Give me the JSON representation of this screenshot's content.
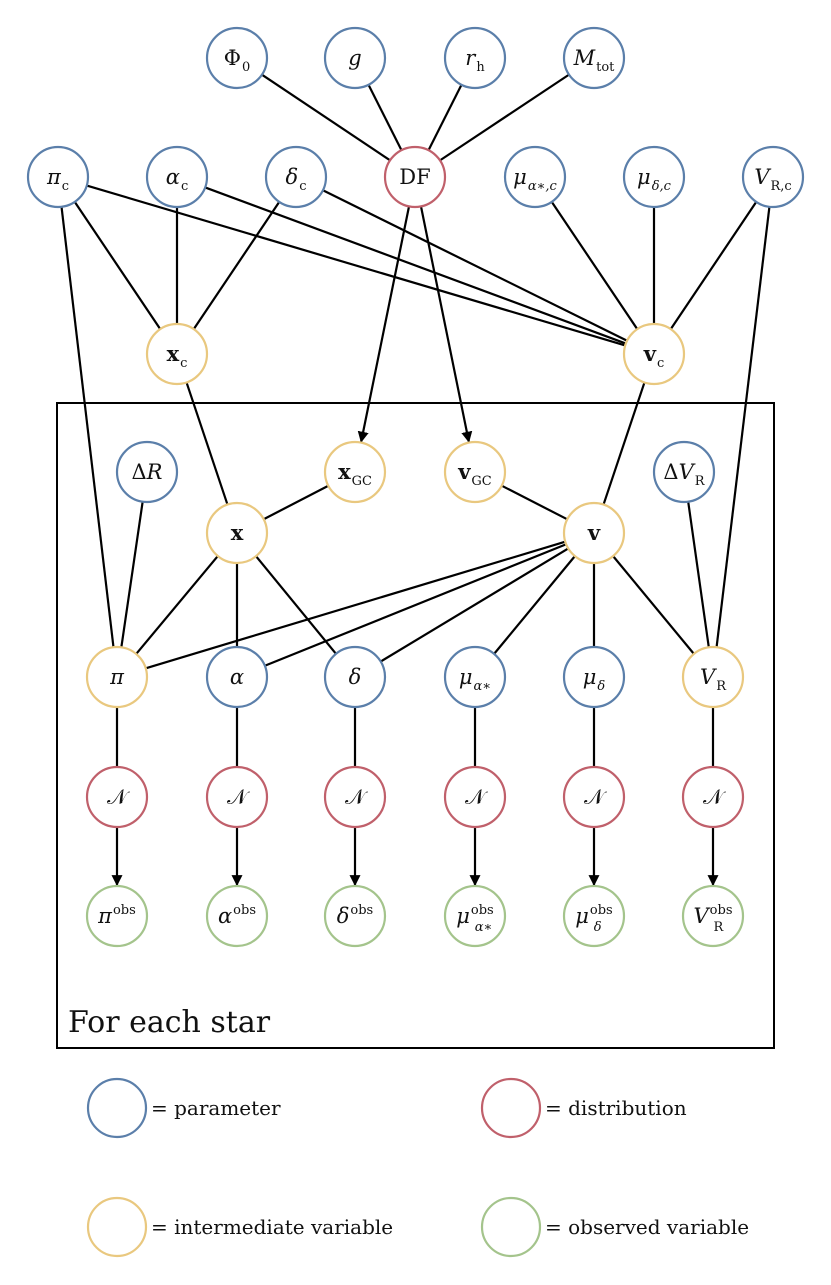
{
  "colors": {
    "parameter": "#5b7faa",
    "distribution": "#c0606b",
    "intermediate": "#e9c87f",
    "observed": "#a4c48c",
    "edge": "#000000"
  },
  "plate": {
    "label": "For each star"
  },
  "legend": [
    {
      "kind": "parameter",
      "label": "= parameter"
    },
    {
      "kind": "distribution",
      "label": "= distribution"
    },
    {
      "kind": "intermediate",
      "label": "= intermediate variable"
    },
    {
      "kind": "observed",
      "label": "= observed variable"
    }
  ],
  "nodes": [
    {
      "id": "phi0",
      "kind": "parameter",
      "label": [
        [
          "Φ",
          "up"
        ],
        [
          "0",
          "sub up"
        ]
      ]
    },
    {
      "id": "g",
      "kind": "parameter",
      "label": [
        [
          "g",
          ""
        ]
      ]
    },
    {
      "id": "rh",
      "kind": "parameter",
      "label": [
        [
          "r",
          ""
        ],
        [
          "h",
          "sub up"
        ]
      ]
    },
    {
      "id": "mtot",
      "kind": "parameter",
      "label": [
        [
          "M",
          ""
        ],
        [
          "tot",
          "sub up"
        ]
      ]
    },
    {
      "id": "pic",
      "kind": "parameter",
      "label": [
        [
          "π",
          ""
        ],
        [
          "c",
          "sub up"
        ]
      ]
    },
    {
      "id": "alphac",
      "kind": "parameter",
      "label": [
        [
          "α",
          ""
        ],
        [
          "c",
          "sub up"
        ]
      ]
    },
    {
      "id": "deltac",
      "kind": "parameter",
      "label": [
        [
          "δ",
          ""
        ],
        [
          "c",
          "sub up"
        ]
      ]
    },
    {
      "id": "df",
      "kind": "distribution",
      "label": [
        [
          "DF",
          "up"
        ]
      ]
    },
    {
      "id": "mualphac",
      "kind": "parameter",
      "label": [
        [
          "μ",
          ""
        ],
        [
          "α∗,c",
          "sub"
        ]
      ]
    },
    {
      "id": "mudeltac",
      "kind": "parameter",
      "label": [
        [
          "μ",
          ""
        ],
        [
          "δ,c",
          "sub"
        ]
      ]
    },
    {
      "id": "vrc",
      "kind": "parameter",
      "label": [
        [
          "V",
          ""
        ],
        [
          "R,c",
          "sub up"
        ]
      ]
    },
    {
      "id": "xc",
      "kind": "intermediate",
      "label": [
        [
          "x",
          "bold"
        ],
        [
          "c",
          "sub up"
        ]
      ]
    },
    {
      "id": "vc",
      "kind": "intermediate",
      "label": [
        [
          "v",
          "bold"
        ],
        [
          "c",
          "sub up"
        ]
      ]
    },
    {
      "id": "dr",
      "kind": "parameter",
      "label": [
        [
          "Δ",
          "up"
        ],
        [
          "R",
          ""
        ]
      ]
    },
    {
      "id": "xgc",
      "kind": "intermediate",
      "label": [
        [
          "x",
          "bold"
        ],
        [
          "GC",
          "sub up"
        ]
      ]
    },
    {
      "id": "vgc",
      "kind": "intermediate",
      "label": [
        [
          "v",
          "bold"
        ],
        [
          "GC",
          "sub up"
        ]
      ]
    },
    {
      "id": "dvr",
      "kind": "parameter",
      "label": [
        [
          "Δ",
          "up"
        ],
        [
          "V",
          ""
        ],
        [
          "R",
          "sub up"
        ]
      ]
    },
    {
      "id": "x",
      "kind": "intermediate",
      "label": [
        [
          "x",
          "bold"
        ]
      ]
    },
    {
      "id": "v",
      "kind": "intermediate",
      "label": [
        [
          "v",
          "bold"
        ]
      ]
    },
    {
      "id": "pi",
      "kind": "intermediate",
      "label": [
        [
          "π",
          ""
        ]
      ]
    },
    {
      "id": "alpha",
      "kind": "parameter",
      "label": [
        [
          "α",
          ""
        ]
      ]
    },
    {
      "id": "delta",
      "kind": "parameter",
      "label": [
        [
          "δ",
          ""
        ]
      ]
    },
    {
      "id": "mualpha",
      "kind": "parameter",
      "label": [
        [
          "μ",
          ""
        ],
        [
          "α∗",
          "sub"
        ]
      ]
    },
    {
      "id": "mudelta",
      "kind": "parameter",
      "label": [
        [
          "μ",
          ""
        ],
        [
          "δ",
          "sub"
        ]
      ]
    },
    {
      "id": "vr",
      "kind": "intermediate",
      "label": [
        [
          "V",
          ""
        ],
        [
          "R",
          "sub up"
        ]
      ]
    },
    {
      "id": "n1",
      "kind": "distribution",
      "label": [
        [
          "𝒩",
          "up"
        ]
      ]
    },
    {
      "id": "n2",
      "kind": "distribution",
      "label": [
        [
          "𝒩",
          "up"
        ]
      ]
    },
    {
      "id": "n3",
      "kind": "distribution",
      "label": [
        [
          "𝒩",
          "up"
        ]
      ]
    },
    {
      "id": "n4",
      "kind": "distribution",
      "label": [
        [
          "𝒩",
          "up"
        ]
      ]
    },
    {
      "id": "n5",
      "kind": "distribution",
      "label": [
        [
          "𝒩",
          "up"
        ]
      ]
    },
    {
      "id": "n6",
      "kind": "distribution",
      "label": [
        [
          "𝒩",
          "up"
        ]
      ]
    },
    {
      "id": "piobs",
      "kind": "observed",
      "label": [
        [
          "π",
          ""
        ],
        [
          "obs",
          "sup up"
        ]
      ]
    },
    {
      "id": "alphaobs",
      "kind": "observed",
      "label": [
        [
          "α",
          ""
        ],
        [
          "obs",
          "sup up"
        ]
      ]
    },
    {
      "id": "deltaobs",
      "kind": "observed",
      "label": [
        [
          "δ",
          ""
        ],
        [
          "obs",
          "sup up"
        ]
      ]
    },
    {
      "id": "mualphaobs",
      "kind": "observed",
      "label": [
        [
          "μ",
          ""
        ],
        [
          "obs",
          "sup up"
        ],
        [
          "α∗",
          "sub"
        ]
      ]
    },
    {
      "id": "mudeltaobs",
      "kind": "observed",
      "label": [
        [
          "μ",
          ""
        ],
        [
          "obs",
          "sup up"
        ],
        [
          "δ",
          "sub"
        ]
      ]
    },
    {
      "id": "vrobs",
      "kind": "observed",
      "label": [
        [
          "V",
          ""
        ],
        [
          "obs",
          "sup up"
        ],
        [
          "R",
          "sub up"
        ]
      ]
    }
  ],
  "edges": [
    {
      "from": "phi0",
      "to": "df",
      "arrow": false
    },
    {
      "from": "g",
      "to": "df",
      "arrow": false
    },
    {
      "from": "rh",
      "to": "df",
      "arrow": false
    },
    {
      "from": "mtot",
      "to": "df",
      "arrow": false
    },
    {
      "from": "pic",
      "to": "xc",
      "arrow": false
    },
    {
      "from": "alphac",
      "to": "xc",
      "arrow": false
    },
    {
      "from": "deltac",
      "to": "xc",
      "arrow": false
    },
    {
      "from": "pic",
      "to": "vc",
      "arrow": false
    },
    {
      "from": "alphac",
      "to": "vc",
      "arrow": false
    },
    {
      "from": "deltac",
      "to": "vc",
      "arrow": false
    },
    {
      "from": "mualphac",
      "to": "vc",
      "arrow": false
    },
    {
      "from": "mudeltac",
      "to": "vc",
      "arrow": false
    },
    {
      "from": "vrc",
      "to": "vc",
      "arrow": false
    },
    {
      "from": "df",
      "to": "xgc",
      "arrow": true
    },
    {
      "from": "df",
      "to": "vgc",
      "arrow": true
    },
    {
      "from": "pic",
      "to": "pi",
      "arrow": false
    },
    {
      "from": "vrc",
      "to": "vr",
      "arrow": false
    },
    {
      "from": "xc",
      "to": "x",
      "arrow": false
    },
    {
      "from": "vc",
      "to": "v",
      "arrow": false
    },
    {
      "from": "xgc",
      "to": "x",
      "arrow": false
    },
    {
      "from": "vgc",
      "to": "v",
      "arrow": false
    },
    {
      "from": "dr",
      "to": "pi",
      "arrow": false
    },
    {
      "from": "dvr",
      "to": "vr",
      "arrow": false
    },
    {
      "from": "x",
      "to": "pi",
      "arrow": false
    },
    {
      "from": "x",
      "to": "alpha",
      "arrow": false
    },
    {
      "from": "x",
      "to": "delta",
      "arrow": false
    },
    {
      "from": "v",
      "to": "pi",
      "arrow": false
    },
    {
      "from": "v",
      "to": "alpha",
      "arrow": false
    },
    {
      "from": "v",
      "to": "delta",
      "arrow": false
    },
    {
      "from": "v",
      "to": "mualpha",
      "arrow": false
    },
    {
      "from": "v",
      "to": "mudelta",
      "arrow": false
    },
    {
      "from": "v",
      "to": "vr",
      "arrow": false
    },
    {
      "from": "pi",
      "to": "n1",
      "arrow": false
    },
    {
      "from": "alpha",
      "to": "n2",
      "arrow": false
    },
    {
      "from": "delta",
      "to": "n3",
      "arrow": false
    },
    {
      "from": "mualpha",
      "to": "n4",
      "arrow": false
    },
    {
      "from": "mudelta",
      "to": "n5",
      "arrow": false
    },
    {
      "from": "vr",
      "to": "n6",
      "arrow": false
    },
    {
      "from": "n1",
      "to": "piobs",
      "arrow": true
    },
    {
      "from": "n2",
      "to": "alphaobs",
      "arrow": true
    },
    {
      "from": "n3",
      "to": "deltaobs",
      "arrow": true
    },
    {
      "from": "n4",
      "to": "mualphaobs",
      "arrow": true
    },
    {
      "from": "n5",
      "to": "mudeltaobs",
      "arrow": true
    },
    {
      "from": "n6",
      "to": "vrobs",
      "arrow": true
    }
  ]
}
